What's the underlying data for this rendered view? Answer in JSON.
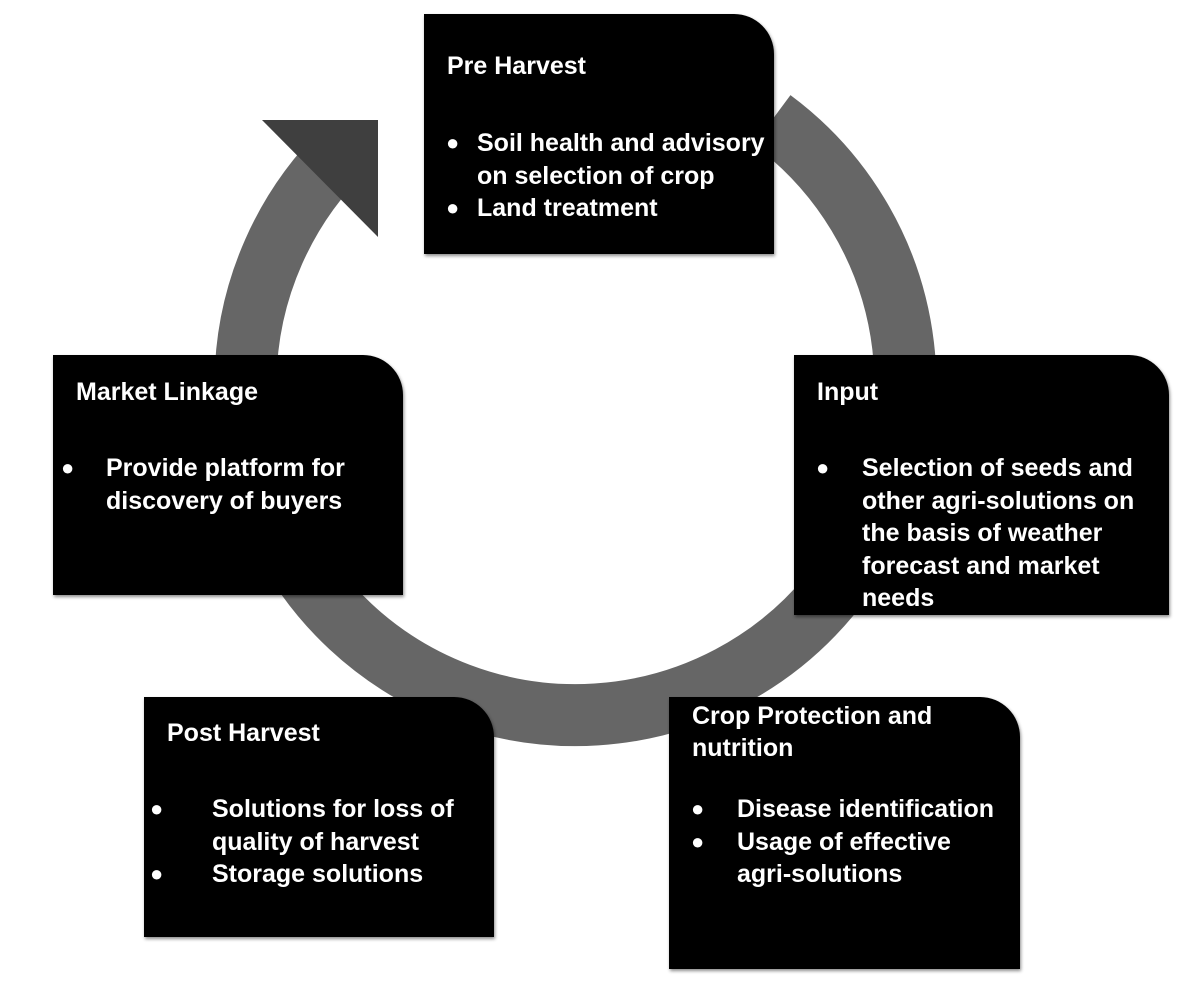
{
  "colors": {
    "ring": "#666666",
    "arrowhead": "#3f3f3f",
    "card_background": "#000000",
    "card_text": "#ffffff"
  },
  "stages": {
    "pre_harvest": {
      "title": "Pre Harvest",
      "items": [
        "Soil health and advisory on selection of crop",
        "Land treatment"
      ]
    },
    "input": {
      "title": "Input",
      "items": [
        "Selection of seeds and other agri-solutions on the basis of weather forecast and market needs"
      ]
    },
    "crop_protection": {
      "title": "Crop Protection and nutrition",
      "items": [
        "Disease identification",
        "Usage of effective agri-solutions"
      ]
    },
    "post_harvest": {
      "title": "Post Harvest",
      "items": [
        "Solutions for loss of quality of harvest",
        "Storage solutions"
      ]
    },
    "market_linkage": {
      "title": "Market Linkage",
      "items": [
        "Provide platform for discovery of buyers"
      ]
    }
  },
  "bullet_symbol": "●"
}
